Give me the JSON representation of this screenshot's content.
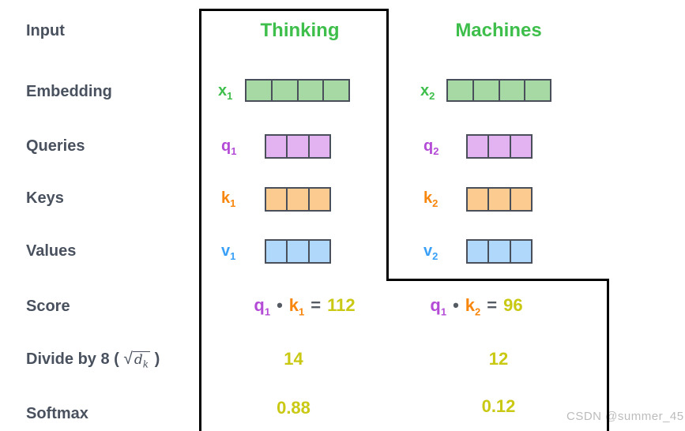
{
  "headers": {
    "col1": "Thinking",
    "col2": "Machines"
  },
  "row_labels": {
    "input": "Input",
    "embedding": "Embedding",
    "queries": "Queries",
    "keys": "Keys",
    "values": "Values",
    "score": "Score",
    "divide_prefix": "Divide by 8 (",
    "divide_radical_sign": "√",
    "divide_radical_var": "d",
    "divide_radical_sub": "k",
    "divide_suffix": ")",
    "softmax": "Softmax"
  },
  "vectors": {
    "col1": {
      "x": {
        "base": "x",
        "sub": "1",
        "cells": 4
      },
      "q": {
        "base": "q",
        "sub": "1",
        "cells": 3
      },
      "k": {
        "base": "k",
        "sub": "1",
        "cells": 3
      },
      "v": {
        "base": "v",
        "sub": "1",
        "cells": 3
      }
    },
    "col2": {
      "x": {
        "base": "x",
        "sub": "2",
        "cells": 4
      },
      "q": {
        "base": "q",
        "sub": "2",
        "cells": 3
      },
      "k": {
        "base": "k",
        "sub": "2",
        "cells": 3
      },
      "v": {
        "base": "v",
        "sub": "2",
        "cells": 3
      }
    }
  },
  "score": {
    "col1": {
      "q_base": "q",
      "q_sub": "1",
      "dot": "•",
      "k_base": "k",
      "k_sub": "1",
      "equals": "=",
      "value": "112"
    },
    "col2": {
      "q_base": "q",
      "q_sub": "1",
      "dot": "•",
      "k_base": "k",
      "k_sub": "2",
      "equals": "=",
      "value": "96"
    }
  },
  "divide": {
    "col1": "14",
    "col2": "12"
  },
  "softmax": {
    "col1": "0.88",
    "col2": "0.12"
  },
  "watermark": "CSDN @summer_45",
  "colors": {
    "header_green": "#3ebe4b",
    "label_gray": "#49515e",
    "query_purple": "#b44bd6",
    "key_orange": "#f8860d",
    "value_blue": "#3aa0f8",
    "result_yellow": "#c9c813",
    "embedding_fill": "#a6d9a3",
    "query_fill": "#e3b2f0",
    "key_fill": "#fbcb8f",
    "value_fill": "#b0d8fa",
    "outline_black": "#000000"
  }
}
